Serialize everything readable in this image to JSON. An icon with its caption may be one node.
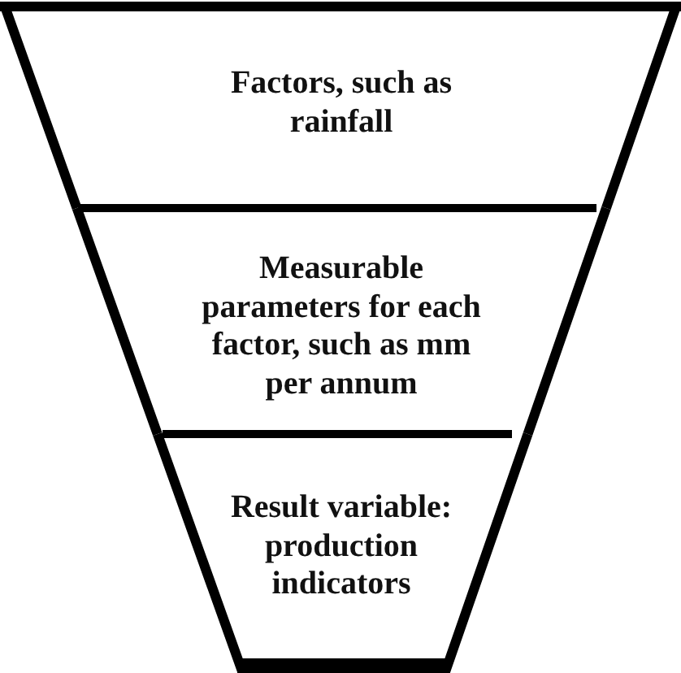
{
  "diagram": {
    "nodes": [
      {
        "text": [
          "Factors, such as rainfall"
        ]
      },
      {
        "text": [
          "Measurable parameters for each factor, such as mm per annum"
        ]
      },
      {
        "text": [
          "Result variable: production indicators"
        ]
      }
    ]
  }
}
